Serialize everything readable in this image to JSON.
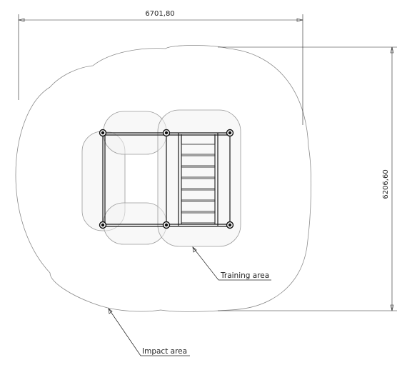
{
  "dimensions": {
    "width_value": "6701,80",
    "height_value": "6206,60"
  },
  "labels": {
    "training_area": "Training area",
    "impact_area": "Impact area"
  },
  "colors": {
    "line": "#222222",
    "outline": "#8a8a8a",
    "zone_fill": "#f2f2f2"
  }
}
